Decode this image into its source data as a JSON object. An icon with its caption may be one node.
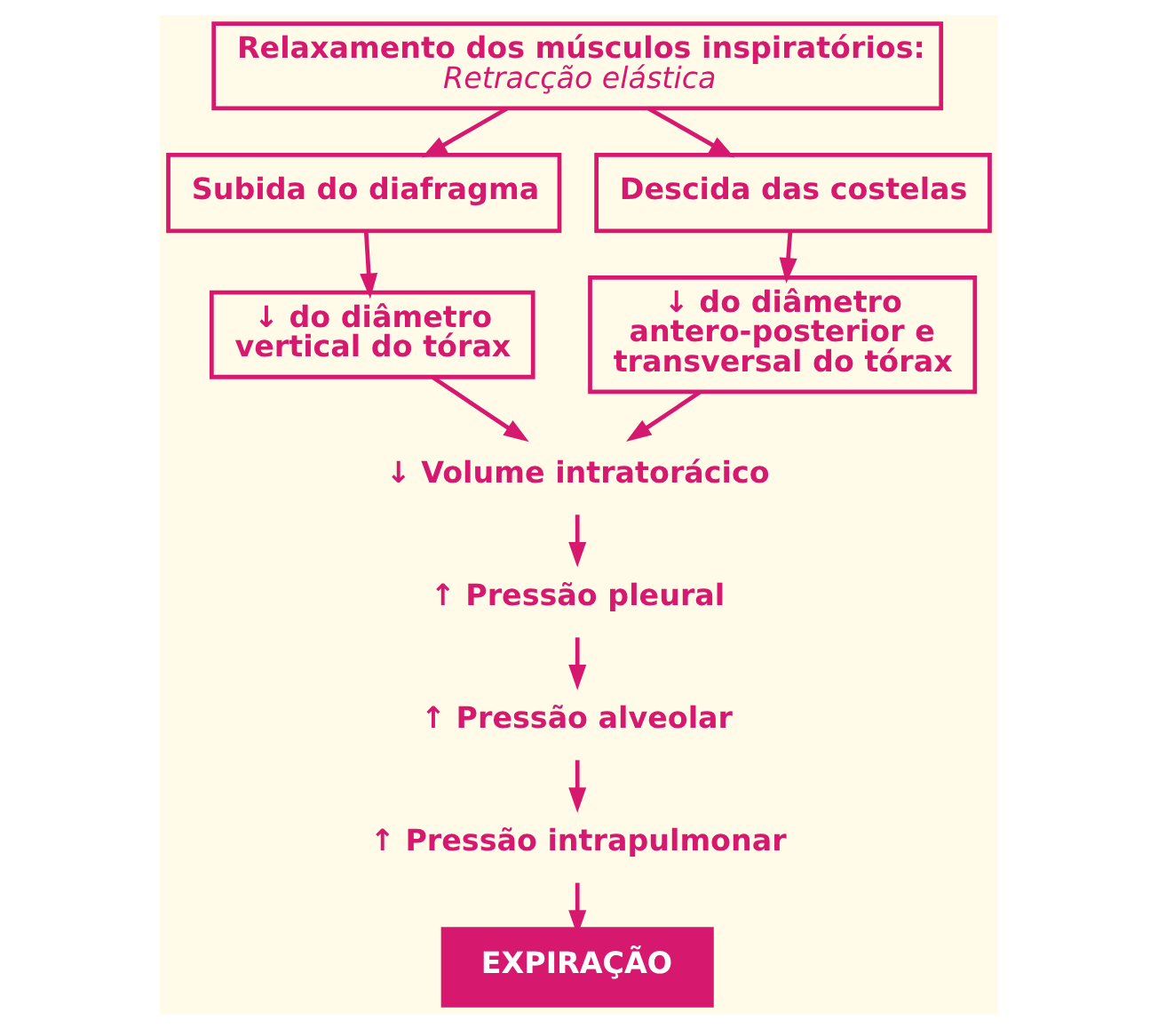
{
  "diagram": {
    "nodes": [
      {
        "text": [
          "Relaxamento dos músculos inspiratórios:",
          "Retracção elástica"
        ]
      },
      {
        "text": [
          "Subida do diafragma"
        ]
      },
      {
        "text": [
          "Descida das costelas"
        ]
      },
      {
        "text": [
          "↓ do diâmetro vertical do tórax"
        ]
      },
      {
        "text": [
          "↓ do diâmetro antero-posterior e transversal do tórax"
        ]
      },
      {
        "text": [
          "↓ Volume intratorácico"
        ]
      },
      {
        "text": [
          "↑ Pressão pleural"
        ]
      },
      {
        "text": [
          "↑ Pressão alveolar"
        ]
      },
      {
        "text": [
          "↑ Pressão intrapulmonar"
        ]
      },
      {
        "text": [
          "EXPIRAÇÃO"
        ]
      }
    ],
    "edges": [
      {
        "from": 0,
        "to": 1,
        "arrow": "to"
      },
      {
        "from": 0,
        "to": 2,
        "arrow": "to"
      },
      {
        "from": 1,
        "to": 3,
        "arrow": "to"
      },
      {
        "from": 2,
        "to": 4,
        "arrow": "to"
      },
      {
        "from": 3,
        "to": 5,
        "arrow": "to"
      },
      {
        "from": 4,
        "to": 5,
        "arrow": "to"
      },
      {
        "from": 5,
        "to": 6,
        "arrow": "to"
      },
      {
        "from": 6,
        "to": 7,
        "arrow": "to"
      },
      {
        "from": 7,
        "to": 8,
        "arrow": "to"
      },
      {
        "from": 8,
        "to": 9,
        "arrow": "to"
      }
    ]
  }
}
